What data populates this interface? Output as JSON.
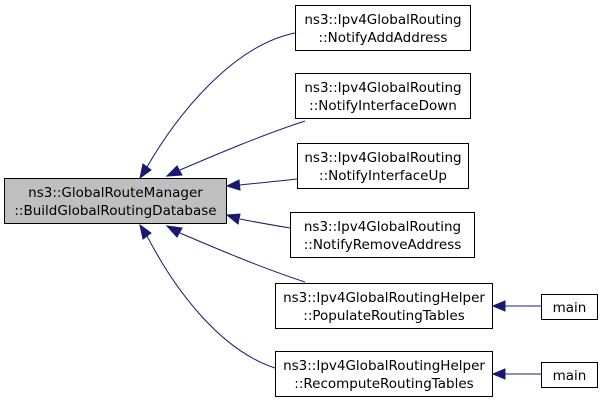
{
  "nodes": {
    "root": {
      "line1": "ns3::GlobalRouteManager",
      "line2": "::BuildGlobalRoutingDatabase"
    },
    "n1": {
      "line1": "ns3::Ipv4GlobalRouting",
      "line2": "::NotifyAddAddress"
    },
    "n2": {
      "line1": "ns3::Ipv4GlobalRouting",
      "line2": "::NotifyInterfaceDown"
    },
    "n3": {
      "line1": "ns3::Ipv4GlobalRouting",
      "line2": "::NotifyInterfaceUp"
    },
    "n4": {
      "line1": "ns3::Ipv4GlobalRouting",
      "line2": "::NotifyRemoveAddress"
    },
    "n5": {
      "line1": "ns3::Ipv4GlobalRoutingHelper",
      "line2": "::PopulateRoutingTables"
    },
    "n6": {
      "line1": "ns3::Ipv4GlobalRoutingHelper",
      "line2": "::RecomputeRoutingTables"
    },
    "m1": {
      "line1": "main"
    },
    "m2": {
      "line1": "main"
    }
  },
  "colors": {
    "edge": "#191970",
    "root_fill": "#bfbfbf",
    "node_fill": "#ffffff",
    "border": "#000000"
  }
}
